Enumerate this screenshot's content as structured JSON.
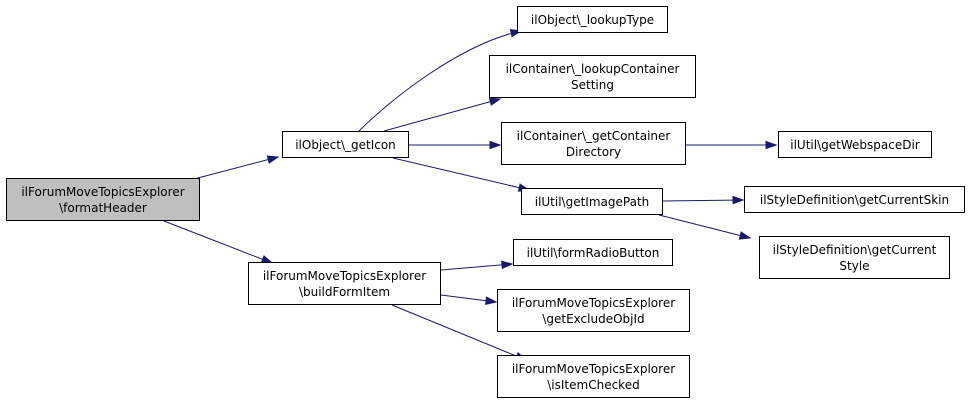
{
  "colors": {
    "edge": "#191970",
    "root_fill": "#bfbfbf",
    "node_fill": "#ffffff",
    "border": "#000000"
  },
  "nodes": {
    "root": {
      "label": "ilForumMoveTopicsExplorer\n\\formatHeader"
    },
    "get_icon": {
      "label": "ilObject\\_getIcon"
    },
    "build_form_item": {
      "label": "ilForumMoveTopicsExplorer\n\\buildFormItem"
    },
    "lookup_type": {
      "label": "ilObject\\_lookupType"
    },
    "lookup_container_setting": {
      "label": "ilContainer\\_lookupContainer\nSetting"
    },
    "get_container_directory": {
      "label": "ilContainer\\_getContainer\nDirectory"
    },
    "get_image_path": {
      "label": "ilUtil\\getImagePath"
    },
    "get_webspace_dir": {
      "label": "ilUtil\\getWebspaceDir"
    },
    "get_current_skin": {
      "label": "ilStyleDefinition\\getCurrentSkin"
    },
    "get_current_style": {
      "label": "ilStyleDefinition\\getCurrent\nStyle"
    },
    "form_radio_button": {
      "label": "ilUtil\\formRadioButton"
    },
    "get_exclude_obj_id": {
      "label": "ilForumMoveTopicsExplorer\n\\getExcludeObjId"
    },
    "is_item_checked": {
      "label": "ilForumMoveTopicsExplorer\n\\isItemChecked"
    }
  },
  "edges": [
    {
      "from": "root",
      "to": "get_icon"
    },
    {
      "from": "root",
      "to": "build_form_item"
    },
    {
      "from": "get_icon",
      "to": "lookup_type"
    },
    {
      "from": "get_icon",
      "to": "lookup_container_setting"
    },
    {
      "from": "get_icon",
      "to": "get_container_directory"
    },
    {
      "from": "get_icon",
      "to": "get_image_path"
    },
    {
      "from": "get_container_directory",
      "to": "get_webspace_dir"
    },
    {
      "from": "get_image_path",
      "to": "get_current_skin"
    },
    {
      "from": "get_image_path",
      "to": "get_current_style"
    },
    {
      "from": "build_form_item",
      "to": "form_radio_button"
    },
    {
      "from": "build_form_item",
      "to": "get_exclude_obj_id"
    },
    {
      "from": "build_form_item",
      "to": "is_item_checked"
    }
  ]
}
